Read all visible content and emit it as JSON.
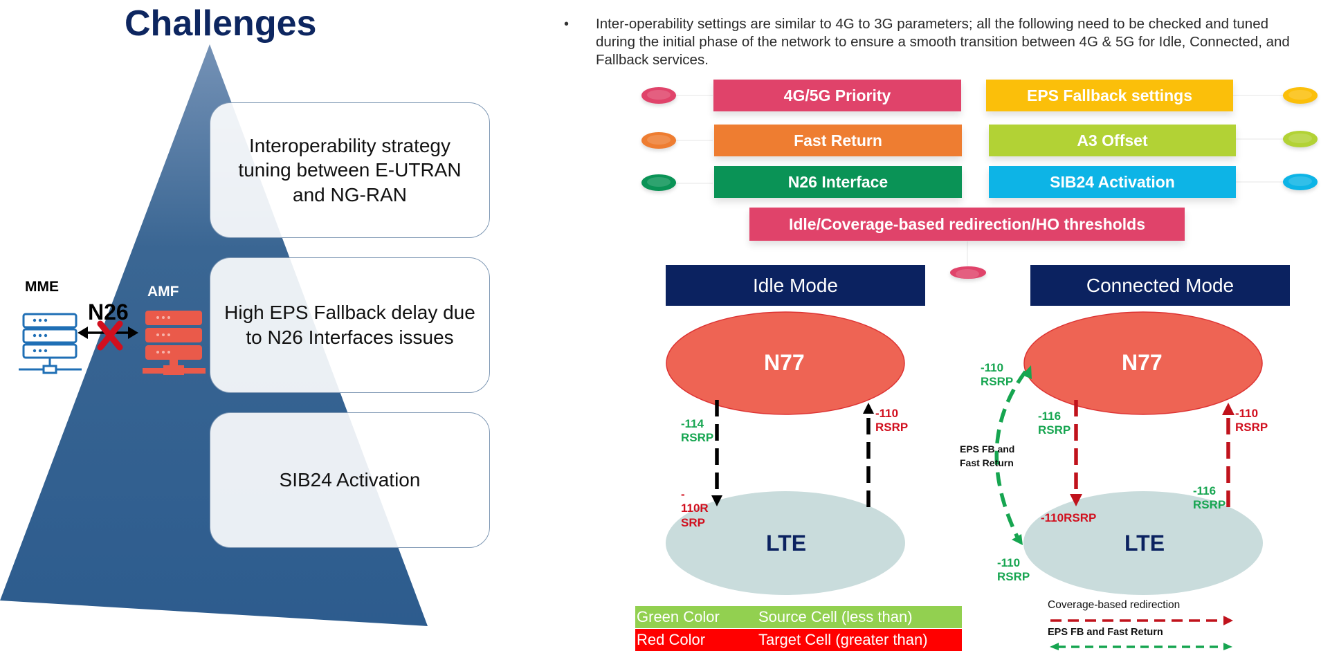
{
  "title": "Challenges",
  "cards": [
    "Interoperability strategy tuning between E-UTRAN and NG-RAN",
    "High EPS Fallback delay due to N26 Interfaces issues",
    "SIB24 Activation"
  ],
  "network": {
    "mme": "MME",
    "amf": "AMF",
    "interface": "N26"
  },
  "bullet": "Inter-operability settings are similar to 4G to 3G parameters; all the following need to be checked and tuned during the initial phase of the network to ensure a smooth transition between  4G & 5G for Idle, Connected, and Fallback services.",
  "tags": {
    "priority": "4G/5G Priority",
    "eps_fallback": "EPS Fallback settings",
    "fast_return": "Fast Return",
    "a3_offset": "A3 Offset",
    "n26": "N26 Interface",
    "sib24": "SIB24 Activation",
    "thresholds": "Idle/Coverage-based redirection/HO thresholds"
  },
  "colors": {
    "title": "#0d2660",
    "pink": "#e0436a",
    "yellow": "#fbbf0a",
    "orange": "#ee7d31",
    "lime": "#b2d235",
    "green": "#0a9356",
    "cyan": "#0db4e6",
    "navy": "#0b2260",
    "n77": "#ee6454",
    "lte": "#c9dcdc",
    "legend_green": "#92d050",
    "legend_red": "#ff0000"
  },
  "modes": {
    "idle": "Idle Mode",
    "connected": "Connected Mode"
  },
  "cells": {
    "n77": "N77",
    "lte": "LTE"
  },
  "idle": {
    "down_source": [
      "-114",
      "RSRP"
    ],
    "down_target": [
      "-",
      "110R",
      "SRP"
    ],
    "up_target": [
      "-110",
      "RSRP"
    ]
  },
  "connected": {
    "fb_source": [
      "-110",
      "RSRP"
    ],
    "fb_label": [
      "EPS FB and",
      "Fast Return"
    ],
    "fb_bottom": [
      "-110",
      "RSRP"
    ],
    "down_source": [
      "-116",
      "RSRP"
    ],
    "down_target": "-110RSRP",
    "up_target": [
      "-110",
      "RSRP"
    ],
    "up_source": [
      "-116",
      "RSRP"
    ]
  },
  "legend": {
    "green_name": "Green Color",
    "green_desc": "Source Cell (less than)",
    "red_name": "Red Color",
    "red_desc": "Target Cell (greater than)",
    "coverage": "Coverage-based redirection",
    "fb": "EPS FB and Fast Return"
  }
}
